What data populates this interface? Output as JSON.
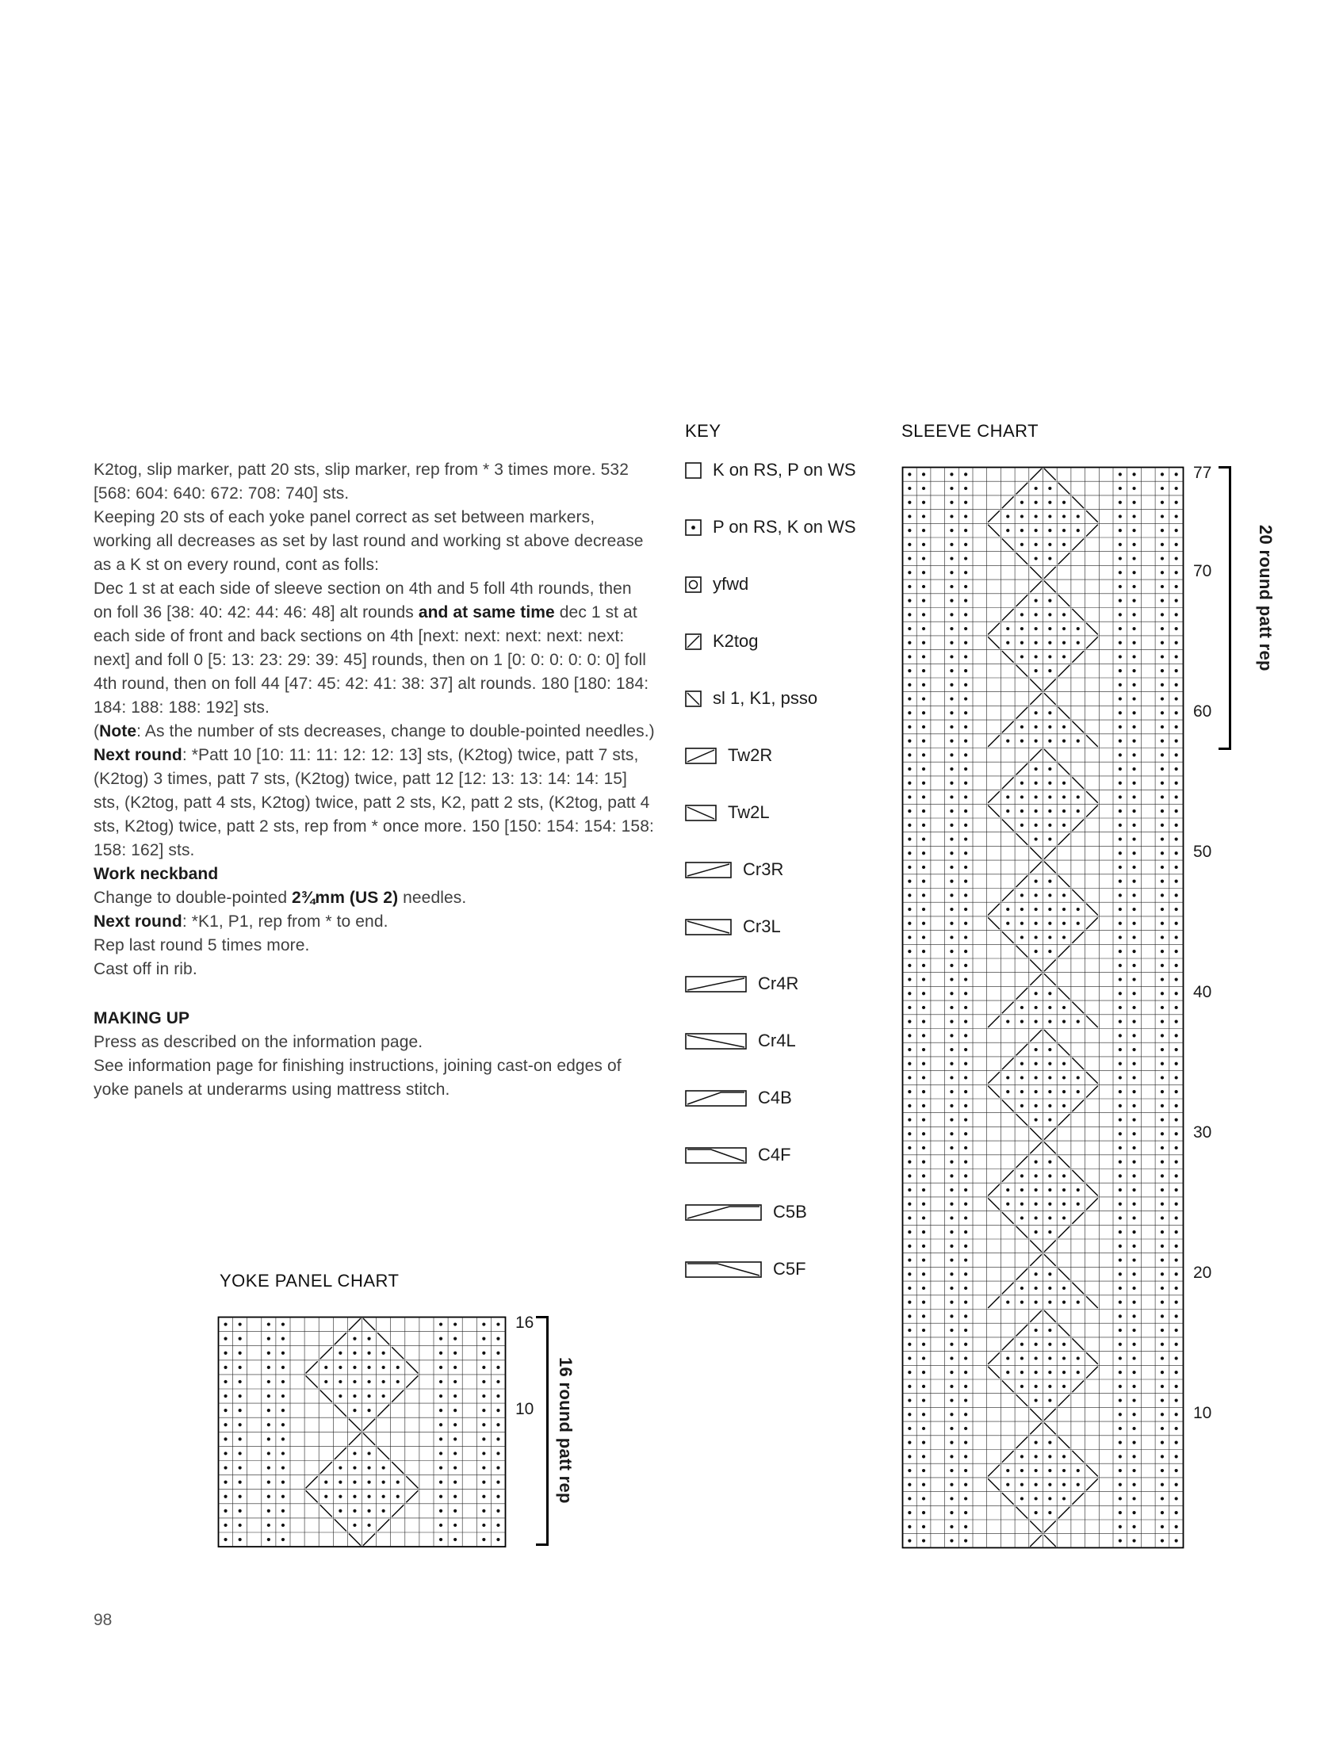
{
  "page_number": "98",
  "instructions": {
    "paragraphs": [
      {
        "runs": [
          {
            "t": "K2tog, slip marker, patt 20 sts, slip marker, rep from * 3 times more. 532 [568: 604: 640: 672: 708: 740] sts."
          }
        ]
      },
      {
        "runs": [
          {
            "t": "Keeping 20 sts of each yoke panel correct as set between markers, working all decreases as set by last round and working st above decrease as a K st on every round, cont as folls:"
          }
        ]
      },
      {
        "runs": [
          {
            "t": "Dec 1 st at each side of sleeve section on 4th and 5 foll 4th rounds, then on foll 36 [38: 40: 42: 44: 46: 48] alt rounds "
          },
          {
            "t": "and at same time",
            "b": true
          },
          {
            "t": " dec 1 st at each side of front and back sections on 4th [next: next: next: next: next: next] and foll 0 [5: 13: 23: 29: 39: 45] rounds, then on 1 [0: 0: 0: 0: 0: 0] foll 4th round, then on foll 44 [47: 45: 42: 41: 38: 37] alt rounds. 180 [180: 184: 184: 188: 188: 192] sts."
          }
        ]
      },
      {
        "runs": [
          {
            "t": "("
          },
          {
            "t": "Note",
            "b": true
          },
          {
            "t": ": As the number of sts decreases, change to double-pointed needles.)"
          }
        ]
      },
      {
        "runs": [
          {
            "t": "Next round",
            "b": true
          },
          {
            "t": ": *Patt 10 [10: 11: 11: 12: 12: 13] sts, (K2tog) twice, patt 7 sts, (K2tog) 3 times, patt 7 sts, (K2tog) twice, patt 12 [12: 13: 13: 14: 14: 15] sts, (K2tog, patt 4 sts, K2tog) twice, patt 2 sts, K2, patt 2 sts, (K2tog, patt 4 sts, K2tog) twice, patt 2 sts, rep from * once more. 150 [150: 154: 154: 158: 158: 162] sts."
          }
        ]
      },
      {
        "runs": [
          {
            "t": "Work neckband",
            "b": true
          }
        ]
      },
      {
        "runs": [
          {
            "t": "Change to double-pointed "
          },
          {
            "t": "2¾mm (US 2)",
            "b": true
          },
          {
            "t": " needles."
          }
        ]
      },
      {
        "runs": [
          {
            "t": "Next round",
            "b": true
          },
          {
            "t": ": *K1, P1, rep from * to end."
          }
        ]
      },
      {
        "runs": [
          {
            "t": "Rep last round 5 times more."
          }
        ]
      },
      {
        "runs": [
          {
            "t": "Cast off in rib."
          }
        ]
      },
      {
        "gap_before": true,
        "runs": [
          {
            "t": "MAKING UP",
            "b": true
          }
        ]
      },
      {
        "runs": [
          {
            "t": "Press as described on the information page."
          }
        ]
      },
      {
        "runs": [
          {
            "t": "See information page for finishing instructions, joining cast-on edges of yoke panels at underarms using mattress stitch."
          }
        ]
      }
    ]
  },
  "key": {
    "title": "KEY",
    "spacing": 72,
    "items": [
      {
        "icon": "knit-stitch",
        "symbol": {
          "cells": 1,
          "glyph": "empty"
        },
        "label": "K on RS, P on WS"
      },
      {
        "icon": "purl-stitch",
        "symbol": {
          "cells": 1,
          "glyph": "dot"
        },
        "label": "P on RS, K on WS"
      },
      {
        "icon": "yfwd",
        "symbol": {
          "cells": 1,
          "glyph": "circle"
        },
        "label": "yfwd"
      },
      {
        "icon": "k2tog",
        "symbol": {
          "cells": 1,
          "glyph": "slash"
        },
        "label": "K2tog"
      },
      {
        "icon": "skpo",
        "symbol": {
          "cells": 1,
          "glyph": "backslash"
        },
        "label": "sl 1, K1, psso"
      },
      {
        "icon": "tw2r",
        "symbol": {
          "cells": 2,
          "glyph": "slash"
        },
        "label": "Tw2R"
      },
      {
        "icon": "tw2l",
        "symbol": {
          "cells": 2,
          "glyph": "backslash"
        },
        "label": "Tw2L"
      },
      {
        "icon": "cr3r",
        "symbol": {
          "cells": 3,
          "glyph": "slash"
        },
        "label": "Cr3R"
      },
      {
        "icon": "cr3l",
        "symbol": {
          "cells": 3,
          "glyph": "backslash"
        },
        "label": "Cr3L"
      },
      {
        "icon": "cr4r",
        "symbol": {
          "cells": 4,
          "glyph": "slash"
        },
        "label": "Cr4R"
      },
      {
        "icon": "cr4l",
        "symbol": {
          "cells": 4,
          "glyph": "backslash"
        },
        "label": "Cr4L"
      },
      {
        "icon": "c4b",
        "symbol": {
          "cells": 4,
          "glyph": "slash2"
        },
        "label": "C4B"
      },
      {
        "icon": "c4f",
        "symbol": {
          "cells": 4,
          "glyph": "backslash2"
        },
        "label": "C4F"
      },
      {
        "icon": "c5b",
        "symbol": {
          "cells": 5,
          "glyph": "slash2"
        },
        "label": "C5B"
      },
      {
        "icon": "c5f",
        "symbol": {
          "cells": 5,
          "glyph": "backslash2"
        },
        "label": "C5F"
      }
    ]
  },
  "sleeve_chart": {
    "title": "SLEEVE CHART",
    "cols": 20,
    "rows": 77,
    "row_labels": [
      77,
      70,
      60,
      50,
      40,
      30,
      20,
      10
    ],
    "repeat_rows": 20,
    "repeat_label": "20 round patt rep",
    "pattern_repeat": [
      "oo.oo..../\\....oo.oo",
      "oo.oo.../oo\\...oo.oo",
      "oo.oo../oooo\\..oo.oo",
      "oo.oo./oooooo\\.oo.oo",
      "oo.oo.\\oooooo/.oo.oo",
      "oo.oo..\\oooo/..oo.oo",
      "oo.oo...\\oo/...oo.oo",
      "oo.oo....\\/....oo.oo",
      "oo.oo..../\\....oo.oo",
      "oo.oo.../oo\\...oo.oo",
      "oo.oo../oooo\\..oo.oo",
      "oo.oo./oooooo\\.oo.oo",
      "oo.oo.\\oooooo/.oo.oo",
      "oo.oo..\\oooo/..oo.oo",
      "oo.oo...\\oo/...oo.oo",
      "oo.oo....\\/....oo.oo",
      "oo.oo..../\\....oo.oo",
      "oo.oo.../oo\\...oo.oo",
      "oo.oo../oooo\\..oo.oo",
      "oo.oo./oooooo\\.oo.oo"
    ]
  },
  "yoke_chart": {
    "title": "YOKE PANEL CHART",
    "cols": 20,
    "rows": 16,
    "row_labels": [
      16,
      10
    ],
    "repeat_rows": 16,
    "repeat_label": "16 round patt rep",
    "pattern_repeat": [
      "oo.oo..../\\....oo.oo",
      "oo.oo.../oo\\...oo.oo",
      "oo.oo../oooo\\..oo.oo",
      "oo.oo./oooooo\\.oo.oo",
      "oo.oo.\\oooooo/.oo.oo",
      "oo.oo..\\oooo/..oo.oo",
      "oo.oo...\\oo/...oo.oo",
      "oo.oo....\\/....oo.oo",
      "oo.oo..../\\....oo.oo",
      "oo.oo.../oo\\...oo.oo",
      "oo.oo../oooo\\..oo.oo",
      "oo.oo./oooooo\\.oo.oo",
      "oo.oo.\\oooooo/.oo.oo",
      "oo.oo..\\oooo/..oo.oo",
      "oo.oo...\\oo/...oo.oo",
      "oo.oo....\\/....oo.oo"
    ]
  }
}
